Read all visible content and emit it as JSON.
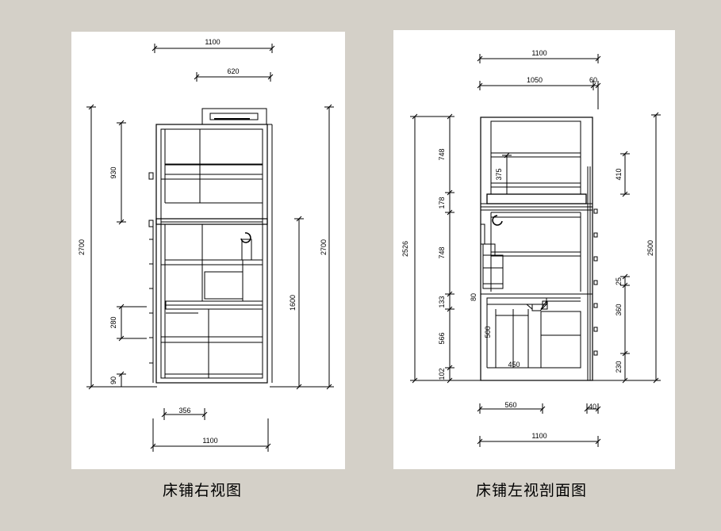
{
  "left_view": {
    "caption": "床铺右视图",
    "dims": {
      "top_width": "1100",
      "top_inner": "620",
      "total_height_left": "2700",
      "upper_segment": "930",
      "ladder_step": "280",
      "base": "90",
      "total_height_right": "2700",
      "lower_height": "1600",
      "bottom_inner": "356",
      "bottom_width": "1100"
    }
  },
  "right_view": {
    "caption": "床铺左视剖面图",
    "dims": {
      "top_width": "1100",
      "inner_width": "1050",
      "side_gap": "60",
      "total_height_left": "2526",
      "seg_upper": "748",
      "seg_shelf": "375",
      "seg_bed": "178",
      "seg_middle": "748",
      "seg_desk": "133",
      "desk_small": "80",
      "seg_lower": "566",
      "chair_height": "500",
      "chair_width": "450",
      "base": "102",
      "total_height_right": "2500",
      "rail": "410",
      "step_small": "25",
      "step": "360",
      "step_bottom": "230",
      "bottom_inner": "560",
      "bottom_small": "40",
      "bottom_width": "1100"
    }
  },
  "colors": {
    "background": "#d4d0c8",
    "paper": "#ffffff",
    "line": "#000000"
  }
}
